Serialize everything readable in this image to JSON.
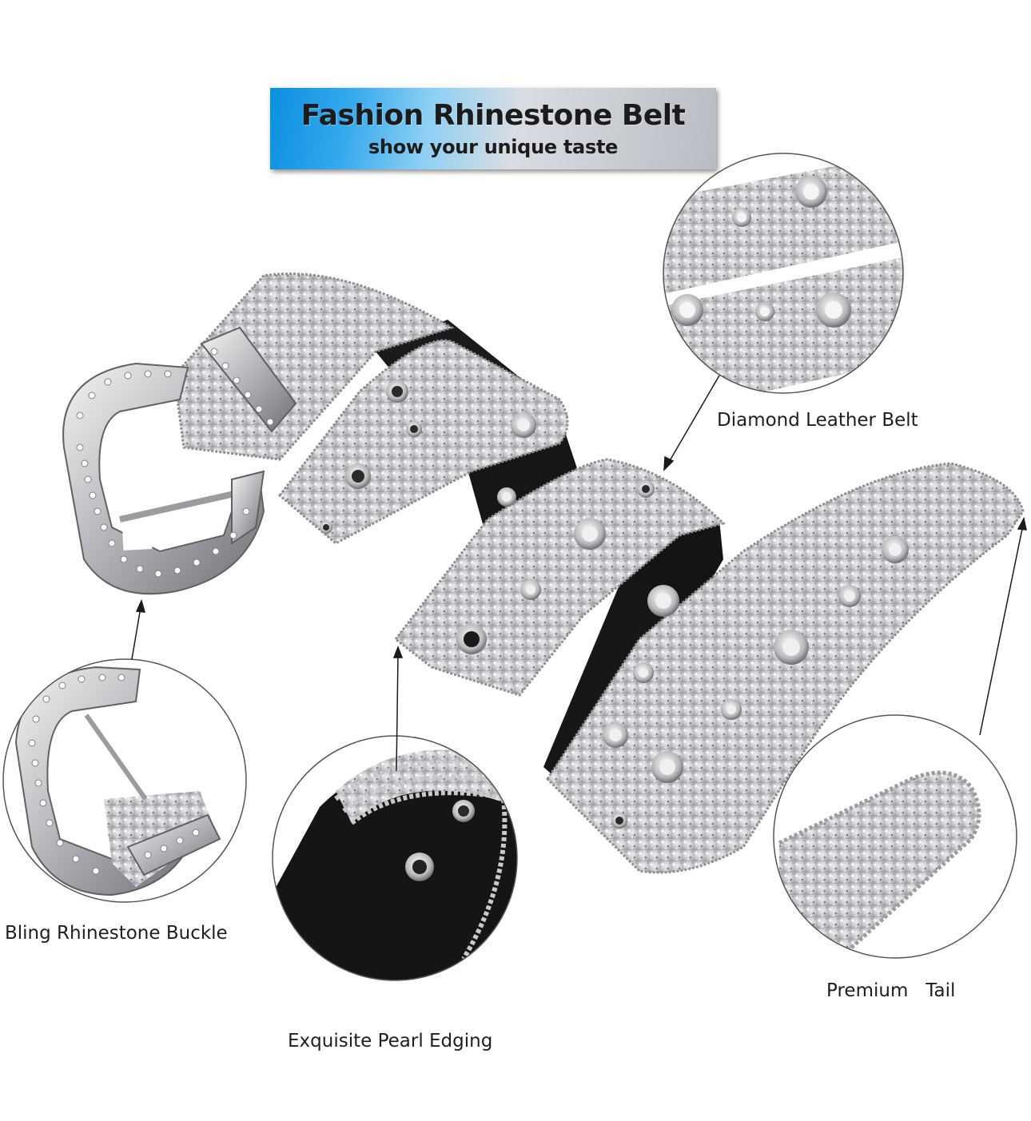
{
  "banner": {
    "title": "Fashion Rhinestone Belt",
    "subtitle": "show your unique taste"
  },
  "callouts": {
    "diamond_leather_belt": "Diamond Leather Belt",
    "bling_rhinestone_buckle": "Bling Rhinestone Buckle",
    "exquisite_pearl_edging": "Exquisite Pearl Edging",
    "premium_tail": "Premium   Tail"
  },
  "colors": {
    "banner_blue": "#0a8fe0",
    "banner_silver": "#c9ccd1",
    "glitter_silver": "#c8c9cc",
    "belt_back": "#1a1a1a"
  }
}
